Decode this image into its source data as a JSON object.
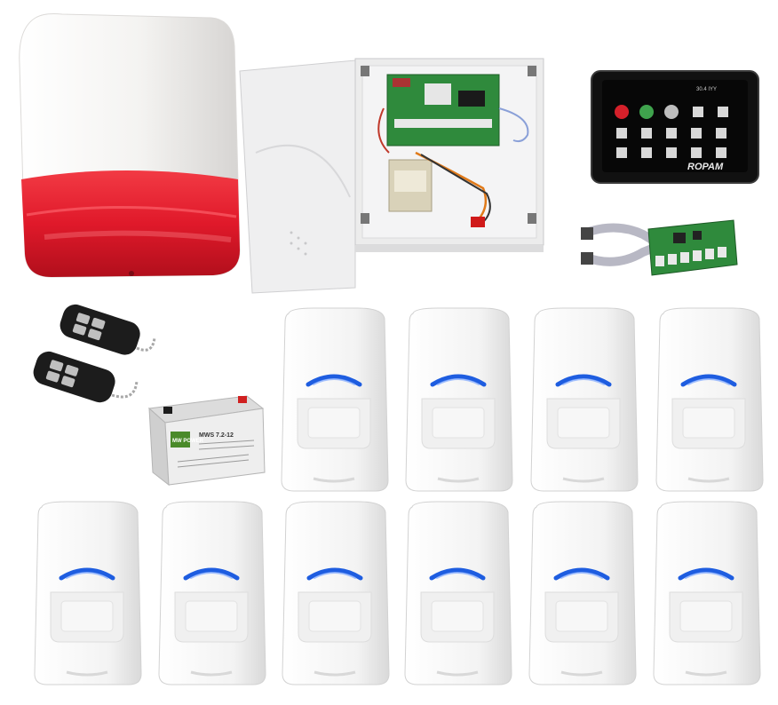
{
  "scene": {
    "type": "product-photo",
    "subject": "alarm-system-kit"
  },
  "keypad": {
    "brand": "ROPAM",
    "status_text": "30.4 IYY"
  },
  "battery": {
    "brand": "MW POWER",
    "model": "MWS 7.2-12"
  },
  "pir_detectors": {
    "count": 10
  },
  "remotes": {
    "count": 2
  },
  "colors": {
    "siren_red": "#e0192a",
    "siren_cover": "#f5f4f2",
    "pcb_green": "#2f8a3c",
    "pir_lens_blue": "#1e5de0",
    "keypad_black": "#111111",
    "enclosure": "#ececec"
  }
}
